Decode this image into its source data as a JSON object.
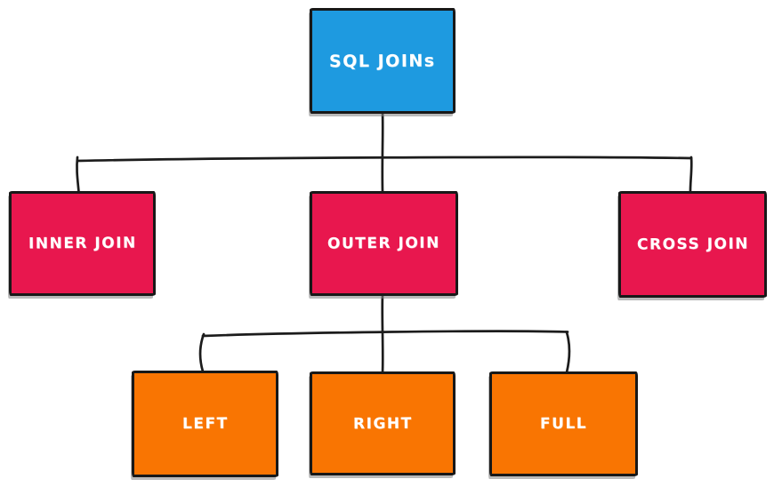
{
  "diagram": {
    "type": "tree",
    "description": "SQL JOINs taxonomy flowchart, hand-drawn style"
  },
  "nodes": {
    "root": {
      "label": "SQL JOINs",
      "color": "#1e9ae0"
    },
    "inner": {
      "label": "INNER JOIN",
      "color": "#e8174e"
    },
    "outer": {
      "label": "OUTER JOIN",
      "color": "#e8174e"
    },
    "cross": {
      "label": "CROSS JOIN",
      "color": "#e8174e"
    },
    "left": {
      "label": "LEFT",
      "color": "#f97502"
    },
    "right": {
      "label": "RIGHT",
      "color": "#f97502"
    },
    "full": {
      "label": "FULL",
      "color": "#f97502"
    }
  },
  "edges": [
    {
      "from": "SQL JOINs",
      "to": "INNER JOIN"
    },
    {
      "from": "SQL JOINs",
      "to": "OUTER JOIN"
    },
    {
      "from": "SQL JOINs",
      "to": "CROSS JOIN"
    },
    {
      "from": "OUTER JOIN",
      "to": "LEFT"
    },
    {
      "from": "OUTER JOIN",
      "to": "RIGHT"
    },
    {
      "from": "OUTER JOIN",
      "to": "FULL"
    }
  ],
  "colors": {
    "background": "#ffffff",
    "line": "#1c1c1c",
    "text": "#ffffff",
    "blue": "#1e9ae0",
    "crimson": "#e8174e",
    "orange": "#f97502"
  }
}
